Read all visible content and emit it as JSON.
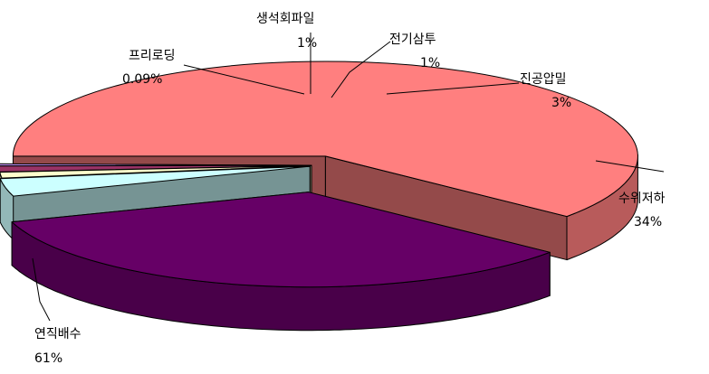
{
  "chart_data": {
    "type": "pie",
    "style": "3d-exploded",
    "title": "",
    "slices": [
      {
        "name": "연직배수",
        "value": 61,
        "label": "61%",
        "color": "#FF7F7F"
      },
      {
        "name": "수위저하",
        "value": 34,
        "label": "34%",
        "color": "#660066"
      },
      {
        "name": "진공압밀",
        "value": 3,
        "label": "3%",
        "color": "#CCFFFF"
      },
      {
        "name": "전기삼투",
        "value": 1,
        "label": "1%",
        "color": "#FFFFCC"
      },
      {
        "name": "생석회파일",
        "value": 1,
        "label": "1%",
        "color": "#993366"
      },
      {
        "name": "프리로딩",
        "value": 0.09,
        "label": "0.09%",
        "color": "#CC99FF"
      }
    ],
    "legend": "none"
  }
}
